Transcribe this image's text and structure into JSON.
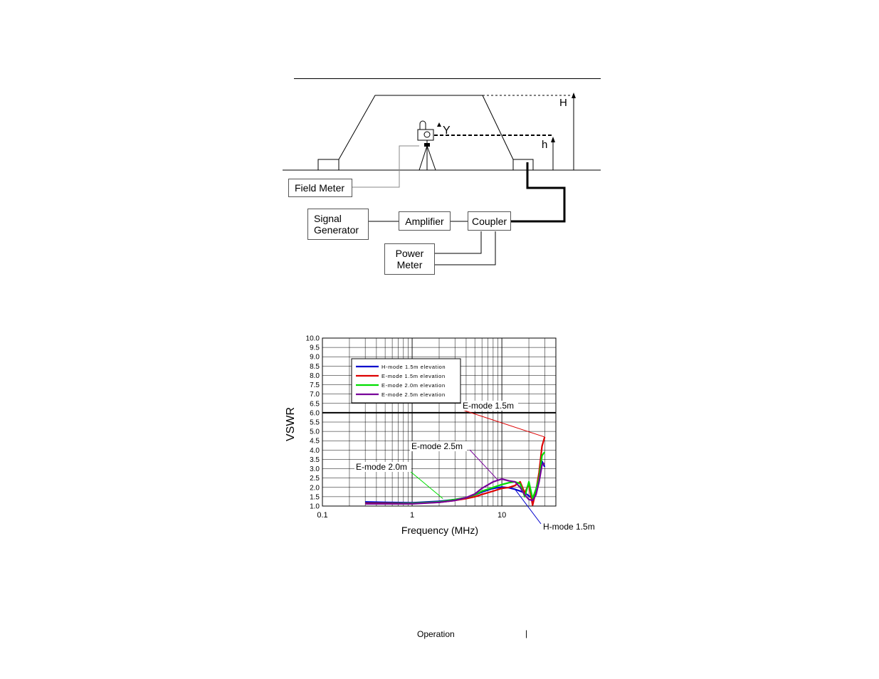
{
  "diagram": {
    "height_large": "H",
    "height_small": "h",
    "axis_y": "Y",
    "boxes": {
      "field_meter": "Field Meter",
      "signal_generator_line1": "Signal",
      "signal_generator_line2": "Generator",
      "amplifier": "Amplifier",
      "coupler": "Coupler",
      "power_meter_line1": "Power",
      "power_meter_line2": "Meter"
    }
  },
  "chart_data": {
    "type": "line",
    "xlabel": "Frequency (MHz)",
    "ylabel": "VSWR",
    "x_scale": "log",
    "xlim": [
      0.1,
      40
    ],
    "ylim": [
      1.0,
      10.0
    ],
    "x_ticks": [
      "0.1",
      "1",
      "10"
    ],
    "y_ticks": [
      "1.0",
      "1.5",
      "2.0",
      "2.5",
      "3.0",
      "3.5",
      "4.0",
      "4.5",
      "5.0",
      "5.5",
      "6.0",
      "6.5",
      "7.0",
      "7.5",
      "8.0",
      "8.5",
      "9.0",
      "9.5",
      "10.0"
    ],
    "reference_line": 6.0,
    "grid": true,
    "legend_position": "top-left",
    "series": [
      {
        "name": "H-mode 1.5m elevation",
        "color": "#0000cc",
        "x": [
          0.3,
          0.5,
          1,
          2,
          3,
          4,
          5,
          6,
          8,
          10,
          12,
          14,
          16,
          18,
          20,
          22,
          24,
          26,
          28,
          30
        ],
        "y": [
          1.22,
          1.2,
          1.18,
          1.25,
          1.35,
          1.45,
          1.6,
          1.75,
          1.95,
          2.02,
          1.98,
          1.9,
          1.8,
          1.7,
          1.55,
          1.4,
          1.8,
          2.6,
          3.4,
          3.1
        ]
      },
      {
        "name": "E-mode 1.5m elevation",
        "color": "#dd0000",
        "x": [
          0.3,
          0.5,
          1,
          2,
          3,
          4,
          5,
          6,
          8,
          10,
          12,
          14,
          16,
          18,
          20,
          22,
          24,
          26,
          28,
          30
        ],
        "y": [
          1.15,
          1.15,
          1.15,
          1.2,
          1.3,
          1.4,
          1.5,
          1.62,
          1.8,
          1.95,
          2.0,
          2.1,
          2.3,
          1.7,
          2.2,
          1.05,
          1.8,
          2.8,
          4.2,
          4.7
        ]
      },
      {
        "name": "E-mode 2.0m elevation",
        "color": "#00dd00",
        "x": [
          0.3,
          0.5,
          1,
          2,
          3,
          4,
          5,
          6,
          8,
          10,
          12,
          14,
          16,
          18,
          20,
          22,
          24,
          26,
          28,
          30
        ],
        "y": [
          1.12,
          1.13,
          1.15,
          1.22,
          1.35,
          1.45,
          1.6,
          1.8,
          2.0,
          2.15,
          2.25,
          2.3,
          2.2,
          1.5,
          2.3,
          1.4,
          1.9,
          2.5,
          3.7,
          3.9
        ]
      },
      {
        "name": "E-mode 2.5m elevation",
        "color": "#770099",
        "x": [
          0.3,
          0.5,
          1,
          2,
          3,
          4,
          5,
          6,
          8,
          10,
          12,
          14,
          16,
          18,
          20,
          22,
          24,
          26,
          28,
          30
        ],
        "y": [
          1.12,
          1.12,
          1.12,
          1.2,
          1.3,
          1.45,
          1.65,
          1.95,
          2.3,
          2.45,
          2.35,
          2.3,
          2.0,
          1.6,
          1.35,
          1.3,
          1.6,
          2.3,
          3.2,
          3.3
        ]
      }
    ],
    "annotations": [
      {
        "text": "E-mode 1.5m",
        "target_x": 30,
        "target_y": 4.7,
        "series": 1
      },
      {
        "text": "E-mode 2.5m",
        "target_x": 9,
        "target_y": 2.4,
        "series": 3
      },
      {
        "text": "E-mode 2.0m",
        "target_x": 2.2,
        "target_y": 1.4,
        "series": 2
      },
      {
        "text": "H-mode 1.5m",
        "target_x": 14,
        "target_y": 1.9,
        "series": 0
      }
    ]
  },
  "footer": {
    "section": "Operation",
    "separator": "|"
  }
}
